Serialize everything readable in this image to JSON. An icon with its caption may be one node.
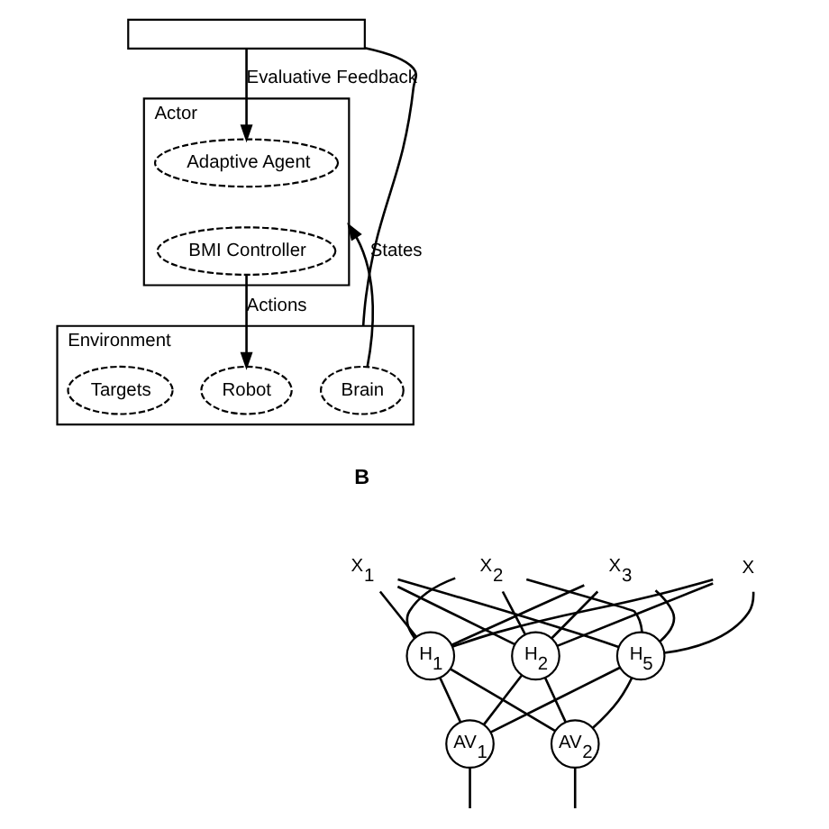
{
  "diagram": {
    "nodes": [
      {
        "text": [],
        "shape": "box"
      },
      {
        "text": [
          "Actor"
        ]
      },
      {
        "text": [
          "Adaptive Agent"
        ],
        "in": 1
      },
      {
        "text": [
          "BMI Controller"
        ],
        "in": 1
      },
      {
        "text": [
          "Environment"
        ]
      },
      {
        "text": [
          "Brain"
        ],
        "in": 4
      },
      {
        "text": [
          "Robot"
        ],
        "in": 4
      },
      {
        "text": [
          "Targets"
        ],
        "in": 4
      },
      {
        "text": [
          "X$_{1}$"
        ]
      },
      {
        "text": [
          "X$_{2}$"
        ]
      },
      {
        "text": [
          "X$_{3}$"
        ]
      },
      {
        "text": [
          "X"
        ]
      },
      {
        "text": [
          "H$_{1}$"
        ]
      },
      {
        "text": [
          "H$_{2}$"
        ]
      },
      {
        "text": [
          "H$_{5}$"
        ]
      },
      {
        "text": [
          "AV$_{1}$"
        ]
      },
      {
        "text": [
          "AV$_{2}$"
        ]
      }
    ],
    "edges": [
      {
        "from": 0,
        "to": 2,
        "arrow": "to",
        "label": "Evaluative Feedback"
      },
      {
        "from": 3,
        "to": 6,
        "arrow": "to",
        "label": "Actions"
      },
      {
        "from": 5,
        "to": 1,
        "arrow": "to",
        "label": "States"
      },
      {
        "from": 4,
        "to": 0,
        "arrow": "none"
      },
      {
        "from": 8,
        "to": 12,
        "arrow": "none"
      },
      {
        "from": 8,
        "to": 13,
        "arrow": "none"
      },
      {
        "from": 8,
        "to": 14,
        "arrow": "none"
      },
      {
        "from": 9,
        "to": 12,
        "arrow": "none"
      },
      {
        "from": 9,
        "to": 13,
        "arrow": "none"
      },
      {
        "from": 9,
        "to": 14,
        "arrow": "none"
      },
      {
        "from": 10,
        "to": 12,
        "arrow": "none"
      },
      {
        "from": 10,
        "to": 13,
        "arrow": "none"
      },
      {
        "from": 10,
        "to": 14,
        "arrow": "none"
      },
      {
        "from": 11,
        "to": 12,
        "arrow": "none"
      },
      {
        "from": 11,
        "to": 13,
        "arrow": "none"
      },
      {
        "from": 11,
        "to": 14,
        "arrow": "none"
      },
      {
        "from": 12,
        "to": 15,
        "arrow": "none"
      },
      {
        "from": 12,
        "to": 16,
        "arrow": "none"
      },
      {
        "from": 13,
        "to": 15,
        "arrow": "none"
      },
      {
        "from": 13,
        "to": 16,
        "arrow": "none"
      },
      {
        "from": 14,
        "to": 15,
        "arrow": "none"
      },
      {
        "from": 14,
        "to": 16,
        "arrow": "none"
      },
      {
        "from": 15,
        "to": null,
        "arrow": "none"
      },
      {
        "from": 16,
        "to": null,
        "arrow": "none"
      }
    ],
    "labels": [
      "B"
    ]
  }
}
